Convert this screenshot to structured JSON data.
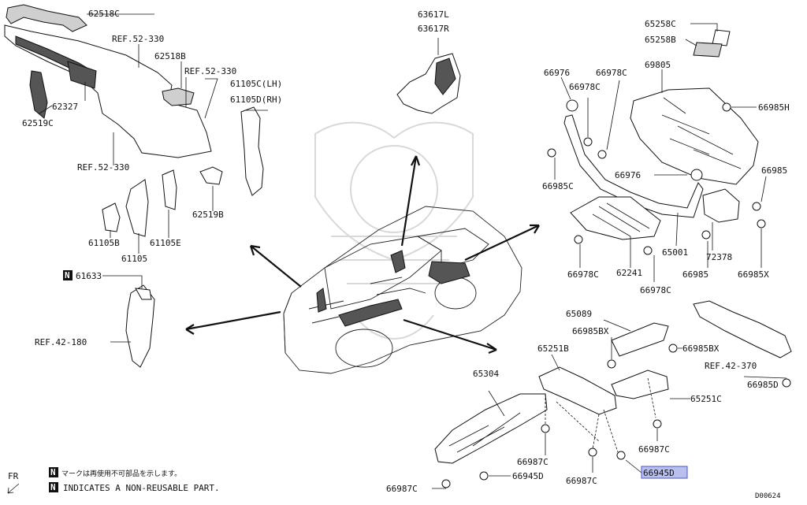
{
  "labels": {
    "p62518C": "62518C",
    "ref52_330_a": "REF.52-330",
    "p62518B": "62518B",
    "ref52_330_b": "REF.52-330",
    "p62327": "62327",
    "p62519C": "62519C",
    "p61105C": "61105C(LH)",
    "p61105D": "61105D(RH)",
    "ref52_330_c": "REF.52-330",
    "p62519B": "62519B",
    "p61105B": "61105B",
    "p61105E": "61105E",
    "p61105": "61105",
    "p61633": "61633",
    "ref42_180": "REF.42-180",
    "p63617L": "63617L",
    "p63617R": "63617R",
    "p65258C": "65258C",
    "p65258B": "65258B",
    "p69805": "69805",
    "p66976a": "66976",
    "p66978Ca": "66978C",
    "p66978Cb": "66978C",
    "p66985H": "66985H",
    "p66985Ca": "66985C",
    "p66976b": "66976",
    "p66985a": "66985",
    "p65001": "65001",
    "p72378": "72378",
    "p66978Cc": "66978C",
    "p62241": "62241",
    "p66985b": "66985",
    "p66985X": "66985X",
    "p66978Cd": "66978C",
    "p65089": "65089",
    "p66985BXa": "66985BX",
    "p66985BXb": "66985BX",
    "p65251B": "65251B",
    "ref42_370": "REF.42-370",
    "p65304": "65304",
    "p66985D": "66985D",
    "p65251C": "65251C",
    "p66987Ca": "66987C",
    "p66987Cb": "66987C",
    "p66987Cc": "66987C",
    "p66987Cd": "66987C",
    "p66945Da": "66945D",
    "p66945Db": "66945D"
  },
  "legend": {
    "n_mark": "N",
    "jp_text": "マークは再使用不可部品を示します。",
    "en_text": "INDICATES A NON-REUSABLE PART."
  },
  "footer": {
    "fr": "FR",
    "code": "D00624"
  },
  "colors": {
    "highlight_fill": "#b9c0ee",
    "highlight_stroke": "#4a57c8",
    "line": "#111111"
  }
}
